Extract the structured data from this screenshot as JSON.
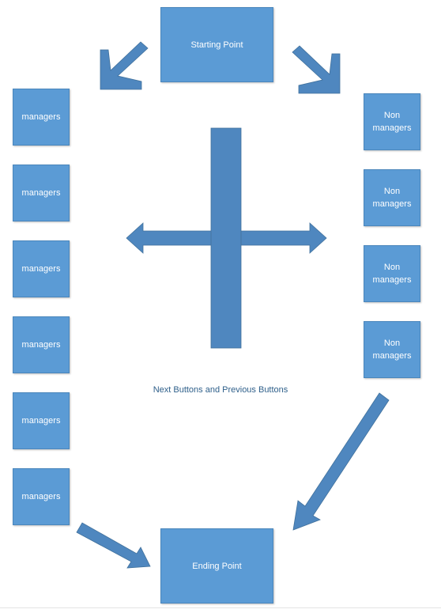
{
  "start_node": {
    "label": "Starting Point"
  },
  "end_node": {
    "label": "Ending Point"
  },
  "managers": [
    {
      "label": "managers"
    },
    {
      "label": "managers"
    },
    {
      "label": "managers"
    },
    {
      "label": "managers"
    },
    {
      "label": "managers"
    },
    {
      "label": "managers"
    }
  ],
  "non_managers": [
    {
      "label": "Non\nmanagers"
    },
    {
      "label": "Non\nmanagers"
    },
    {
      "label": "Non\nmanagers"
    },
    {
      "label": "Non\nmanagers"
    }
  ],
  "caption": "Next Buttons and Previous Buttons",
  "colors": {
    "box_fill": "#5b9bd5",
    "arrow_fill": "#4f87bf",
    "caption_text": "#2e5f8a"
  }
}
